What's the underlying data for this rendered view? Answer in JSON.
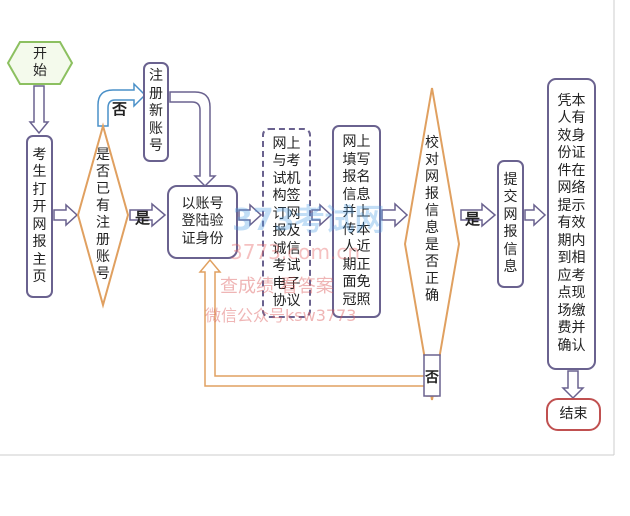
{
  "nodes": {
    "start": "开始",
    "open_page": "考生打开网报主页",
    "has_account": "是否已有注册账号",
    "register": "注册新账号",
    "login": "以账号登陆验证身份",
    "agreement": "网上与考试机构签订网报及诚信考试电子协议",
    "fill_info": "网上填写报名信息并上传本人近期正面免冠照",
    "check_info": "校对网报信息是否正确",
    "submit": "提交网报信息",
    "confirm": "凭本人有效身份证件在网络提示有效期内到相应考点现场缴费并确认",
    "end": "结束"
  },
  "labels": {
    "yes1": "是",
    "no1": "否",
    "yes2": "是",
    "no2": "否"
  },
  "watermark": {
    "line1": "373考试网",
    "line2": "3773.com.cn",
    "line3": "查成绩 看答案",
    "line4": "微信公众号ksw3773"
  },
  "colors": {
    "purple": "#6a628f",
    "orange": "#e0a060",
    "green": "#8cc060",
    "blue": "#4a90c8",
    "red": "#c05050"
  }
}
